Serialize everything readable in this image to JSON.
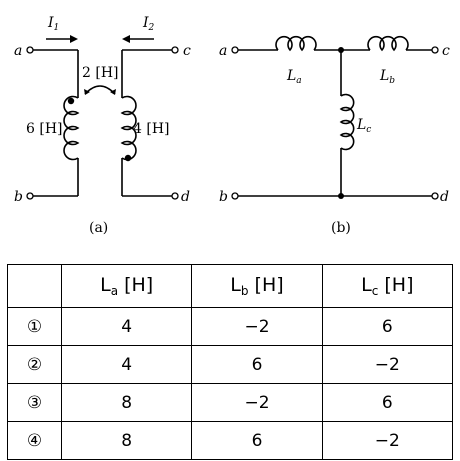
{
  "circuit_a": {
    "terminals": {
      "a": "a",
      "b": "b",
      "c": "c",
      "d": "d"
    },
    "current1": {
      "base": "I",
      "sub": "1"
    },
    "current2": {
      "base": "I",
      "sub": "2"
    },
    "mutual_label": "2 [H]",
    "left_inductance": "6 [H]",
    "right_inductance": "4 [H]",
    "caption": "(a)"
  },
  "circuit_b": {
    "terminals": {
      "a": "a",
      "b": "b",
      "c": "c",
      "d": "d"
    },
    "La": {
      "base": "L",
      "sub": "a"
    },
    "Lb": {
      "base": "L",
      "sub": "b"
    },
    "Lc": {
      "base": "L",
      "sub": "c"
    },
    "caption": "(b)"
  },
  "table": {
    "headers": [
      {
        "base": "",
        "sub": "",
        "unit": ""
      },
      {
        "base": "L",
        "sub": "a",
        "unit": " [H]"
      },
      {
        "base": "L",
        "sub": "b",
        "unit": " [H]"
      },
      {
        "base": "L",
        "sub": "c",
        "unit": " [H]"
      }
    ],
    "rows": [
      {
        "option": "①",
        "La": "4",
        "Lb": "−2",
        "Lc": "6"
      },
      {
        "option": "②",
        "La": "4",
        "Lb": "6",
        "Lc": "−2"
      },
      {
        "option": "③",
        "La": "8",
        "Lb": "−2",
        "Lc": "6"
      },
      {
        "option": "④",
        "La": "8",
        "Lb": "6",
        "Lc": "−2"
      }
    ]
  }
}
